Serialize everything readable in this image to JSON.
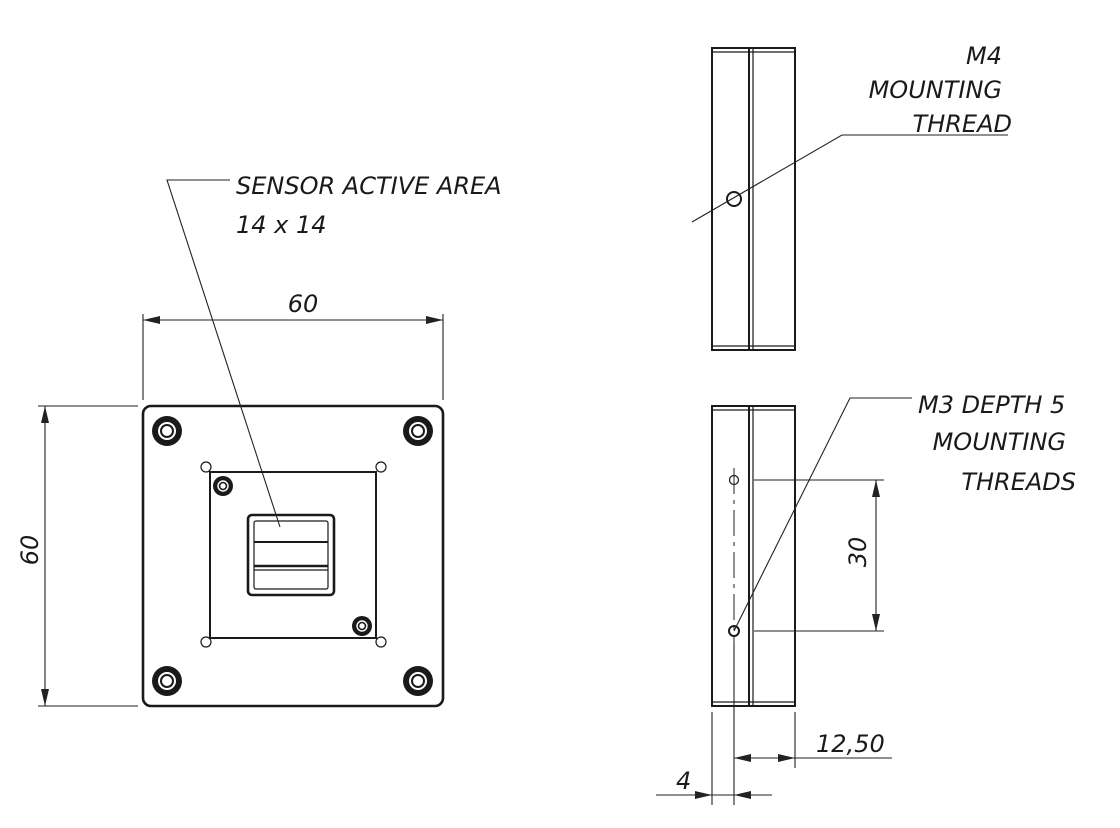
{
  "drawing": {
    "callouts": {
      "sensor_area": {
        "line1": "SENSOR ACTIVE AREA",
        "line2": "14 x 14"
      },
      "m4_thread": {
        "line1": "M4",
        "line2": "MOUNTING",
        "line3": "THREAD"
      },
      "m3_threads": {
        "line1": "M3 DEPTH 5",
        "line2": "MOUNTING",
        "line3": "THREADS"
      }
    },
    "dimensions": {
      "front_width": "60",
      "front_height": "60",
      "hole_spacing": "30",
      "hole_offset": "12,50",
      "plate_thickness": "4"
    }
  }
}
